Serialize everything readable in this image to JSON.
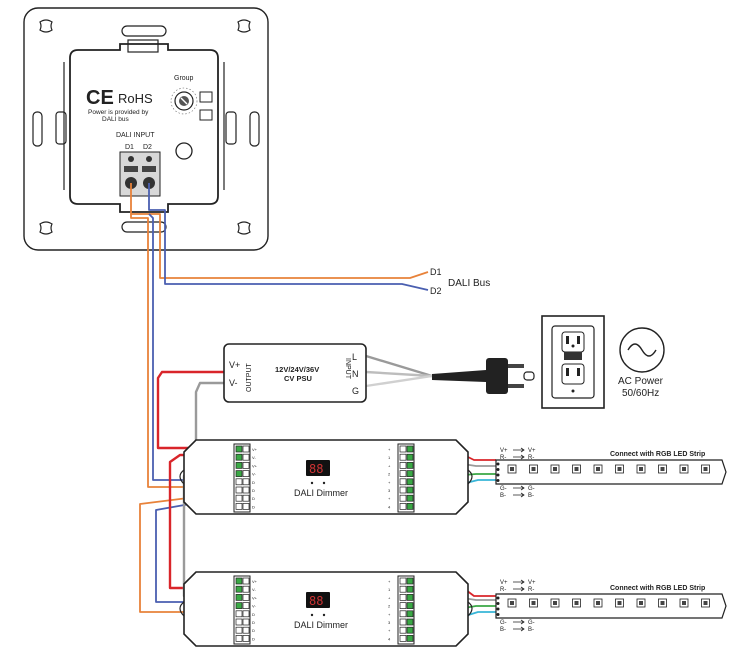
{
  "panel": {
    "ce_mark": "CE",
    "rohs": "RoHS",
    "power_note_line1": "Power is provided by",
    "power_note_line2": "DALI bus",
    "group_label": "Group",
    "dali_input_label": "DALI INPUT",
    "d1_label": "D1",
    "d2_label": "D2"
  },
  "bus": {
    "d1": "D1",
    "d2": "D2",
    "label": "DALI Bus"
  },
  "psu": {
    "title_line1": "12V/24V/36V",
    "title_line2": "CV PSU",
    "output_label": "OUTPUT",
    "input_label": "INPUT",
    "v_plus": "V+",
    "v_minus": "V-",
    "l": "L",
    "n": "N",
    "g": "G"
  },
  "ac_power": {
    "line1": "AC Power",
    "line2": "50/60Hz"
  },
  "dimmers": [
    {
      "label": "DALI Dimmer",
      "strip_label": "Connect with RGB LED Strip",
      "left_pins": [
        "V+",
        "V-",
        "V+",
        "V-",
        "D",
        "D",
        "D",
        "D"
      ],
      "right_pins": [
        "+",
        "1",
        "+",
        "2",
        "+",
        "3",
        "+",
        "4"
      ],
      "strip_pins": {
        "v_plus": "V+",
        "r": "R-",
        "g": "G-",
        "b": "B-"
      }
    },
    {
      "label": "DALI Dimmer",
      "strip_label": "Connect with RGB LED Strip",
      "left_pins": [
        "V+",
        "V-",
        "V+",
        "V-",
        "D",
        "D",
        "D",
        "D"
      ],
      "right_pins": [
        "+",
        "1",
        "+",
        "2",
        "+",
        "3",
        "+",
        "4"
      ],
      "strip_pins": {
        "v_plus": "V+",
        "r": "R-",
        "g": "G-",
        "b": "B-"
      }
    }
  ],
  "colors": {
    "wire_orange": "#e8823a",
    "wire_blue": "#4a5fb0",
    "wire_red": "#d9252a",
    "wire_grey": "#9a9a9a",
    "wire_green": "#3aa845",
    "wire_cyan": "#38b6d8",
    "line": "#222222"
  }
}
